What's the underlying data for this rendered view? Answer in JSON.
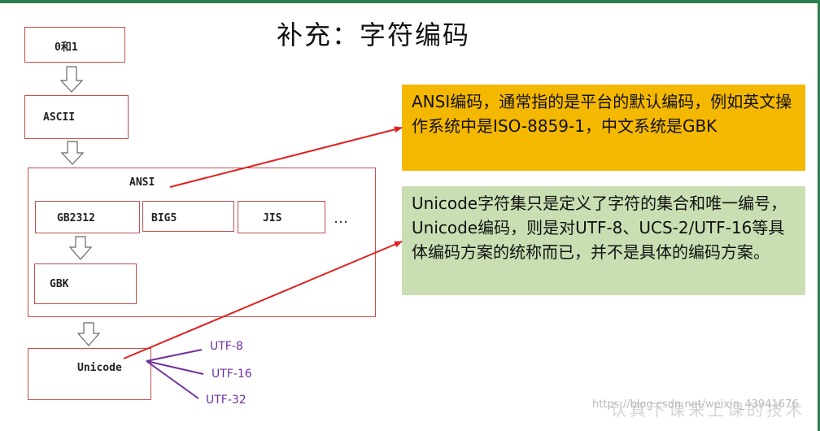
{
  "title": "补充：字符编码",
  "boxes": {
    "zero_one": "0和1",
    "ascii": "ASCII",
    "ansi": "ANSI",
    "gb2312": "GB2312",
    "big5": "BIG5",
    "jis": "JIS",
    "ellipsis": "…",
    "gbk": "GBK",
    "unicode": "Unicode"
  },
  "utf_labels": {
    "utf8": "UTF-8",
    "utf16": "UTF-16",
    "utf32": "UTF-32"
  },
  "notes": {
    "ansi_note": "ANSI编码，通常指的是平台的默认编码，例如英文操作系统中是ISO-8859-1，中文系统是GBK",
    "unicode_note": "Unicode字符集只是定义了字符的集合和唯一编号，Unicode编码，则是对UTF-8、UCS-2/UTF-16等具体编码方案的统称而已，并不是具体的编码方案。"
  },
  "colors": {
    "box_border": "#c0504d",
    "arrow_red": "#e02020",
    "utf_purple": "#7030a0",
    "note_orange": "#f5b800",
    "note_green": "#c9dfb3"
  },
  "watermark": {
    "url": "https://blog.csdn.net/weixin_43941676",
    "signature": "认真下课来上课的技术"
  }
}
